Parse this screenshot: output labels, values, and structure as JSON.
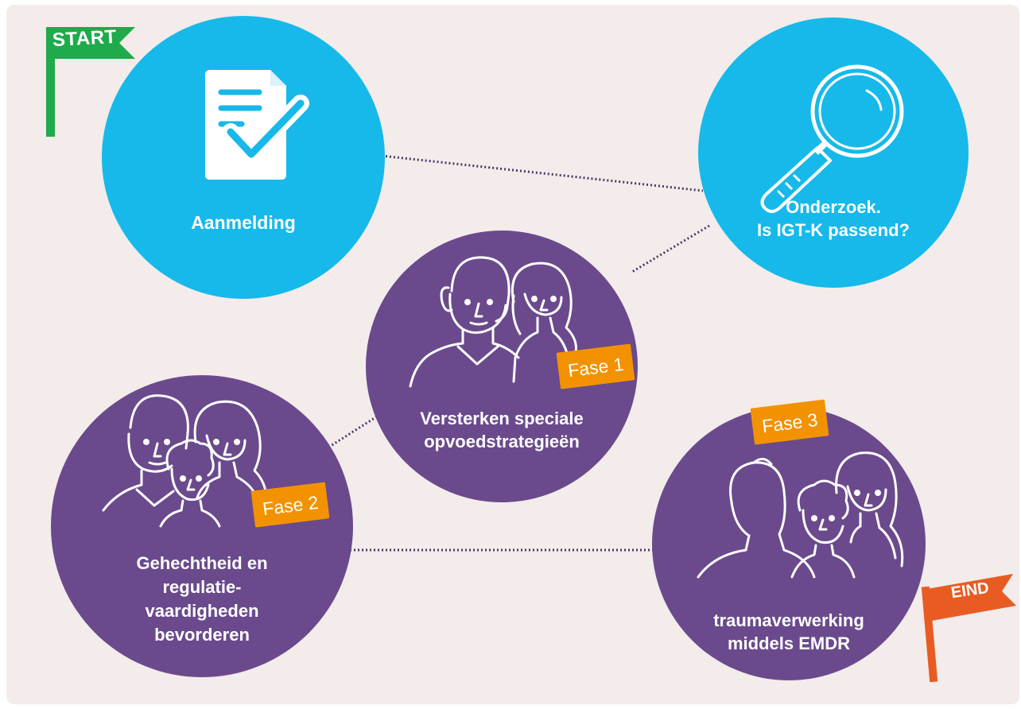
{
  "flags": {
    "start": {
      "label": "START",
      "color": "#1faa4b"
    },
    "end": {
      "label": "EIND",
      "color": "#e85c23"
    }
  },
  "colors": {
    "background": "#f3eceb",
    "blue": "#16b9ea",
    "purple": "#6a4a8c",
    "phase": "#f39200",
    "connector": "#4a3868"
  },
  "steps": [
    {
      "id": "aanmelding",
      "lines": [
        "Aanmelding"
      ],
      "icon": "document-check-icon"
    },
    {
      "id": "onderzoek",
      "lines": [
        "Onderzoek.",
        "Is IGT-K passend?"
      ],
      "icon": "magnifying-glass-icon"
    },
    {
      "id": "fase1",
      "phase": "Fase 1",
      "lines": [
        "Versterken speciale",
        "opvoedstrategieën"
      ],
      "icon": "parents-icon"
    },
    {
      "id": "fase2",
      "phase": "Fase 2",
      "lines": [
        "Gehechtheid en",
        "regulatie-",
        "vaardigheden",
        "bevorderen"
      ],
      "icon": "family-icon"
    },
    {
      "id": "fase3",
      "phase": "Fase 3",
      "lines": [
        "traumaverwerking",
        "middels EMDR"
      ],
      "icon": "therapy-session-icon"
    }
  ]
}
